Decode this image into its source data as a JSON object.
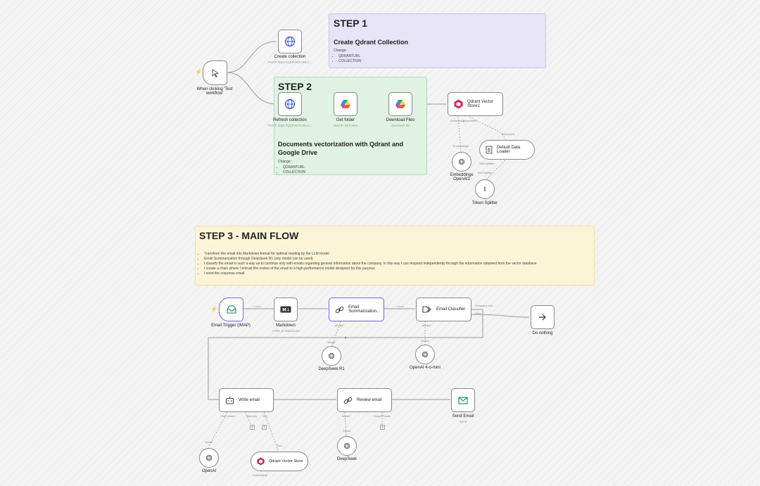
{
  "colors": {
    "step1_bg": "#e6e4f6",
    "step1_border": "#c9c5ee",
    "step2_bg": "#dff2e3",
    "step2_border": "#b5dcc0",
    "step3_bg": "#fbf4d7",
    "step3_border": "#efe3a9",
    "wire": "#9a9a9a",
    "accent": "#6c63ff",
    "trigger_bolt": "#ff6a3d"
  },
  "step1": {
    "title": "STEP 1",
    "subtitle": "Create Qdrant Collection",
    "change": "Change:",
    "items": [
      "QDRANTURL",
      "COLLECTION"
    ]
  },
  "step2": {
    "title": "STEP 2",
    "subtitle": "Documents vectorization with Qdrant and Google Drive",
    "change": "Change:",
    "items": [
      "QDRANTURL",
      "COLLECTION"
    ]
  },
  "step3": {
    "title": "STEP 3 - MAIN FLOW",
    "items": [
      "Transform the email into Markdown format for optimal reading by the LLM model",
      "Email Summarization through DeepSeek R1 (any model can be used)",
      "I classify the email in such a way as to continue only with emails regarding general information about the company. In this way I can respond independently through the information obtained from the vector database",
      "I create a chain where I entrust the review of the email to a high-performance model designed for this purpose",
      "I send the response email"
    ]
  },
  "nodes": {
    "manual_trigger": {
      "label": "When clicking 'Test workflow'",
      "icon": "cursor-icon"
    },
    "create_collection": {
      "label": "Create collection",
      "sub": "POST: https://QDRANTURL/c...",
      "icon": "globe-icon"
    },
    "refresh_collection": {
      "label": "Refresh collection",
      "sub": "POST: https://QDRANTURL/c...",
      "icon": "globe-icon"
    },
    "get_folder": {
      "label": "Get folder",
      "sub": "search: fileFolder",
      "icon": "google-drive-icon"
    },
    "download_files": {
      "label": "Download Files",
      "sub": "download: file",
      "icon": "google-drive-icon"
    },
    "qdrant_store1": {
      "label": "Qdrant Vector Store1",
      "port_embedding": "Embedding",
      "port_document": "Document*",
      "icon": "qdrant-icon"
    },
    "embeddings_openai1": {
      "label": "Embeddings OpenAI1",
      "port": "Embeddings",
      "icon": "openai-icon"
    },
    "default_loader": {
      "label": "Default Data Loader",
      "port_document": "Document",
      "port_splitter": "Text Splitter*",
      "icon": "document-icon"
    },
    "token_splitter": {
      "label": "Token Splitter",
      "port": "Text Splitter",
      "icon": "splitter-icon"
    },
    "email_trigger": {
      "label": "Email Trigger (IMAP)",
      "icon": "inbox-icon"
    },
    "markdown": {
      "label": "Markdown",
      "sub": "HTML to Markdown",
      "icon": "markdown-icon"
    },
    "email_summ": {
      "label": "Email Summarization...",
      "port": "Model*",
      "icon": "link-icon"
    },
    "email_classifier": {
      "label": "Email Classifier",
      "port": "Model*",
      "out1": "Company info ...",
      "out2": "other",
      "icon": "classifier-icon"
    },
    "do_nothing": {
      "label": "Do nothing",
      "icon": "arrow-right-icon"
    },
    "deepseek_r1": {
      "label": "DeepSeek R1",
      "port": "Model",
      "icon": "openai-icon"
    },
    "openai_mini": {
      "label": "OpenAI 4-o-mini",
      "port": "Model",
      "icon": "openai-icon"
    },
    "write_email": {
      "label": "Write email",
      "port_chat": "Chat Model*",
      "port_memory": "Memory",
      "port_tool": "Tool",
      "icon": "robot-icon"
    },
    "review_email": {
      "label": "Review email",
      "port_model": "Model*",
      "port_output": "Output Parser",
      "icon": "link-icon"
    },
    "send_email": {
      "label": "Send Email",
      "sub": "Send",
      "icon": "mail-icon"
    },
    "openai": {
      "label": "OpenAI",
      "port": "Model",
      "icon": "openai-icon"
    },
    "deepseek": {
      "label": "DeepSeek",
      "port": "Model",
      "icon": "openai-icon"
    },
    "qdrant_store": {
      "label": "Qdrant Vector Store",
      "port": "Tool",
      "port_embedding": "Embedding*",
      "icon": "qdrant-icon"
    }
  },
  "edges": {
    "items1": "1 item",
    "items2": "1 item"
  }
}
